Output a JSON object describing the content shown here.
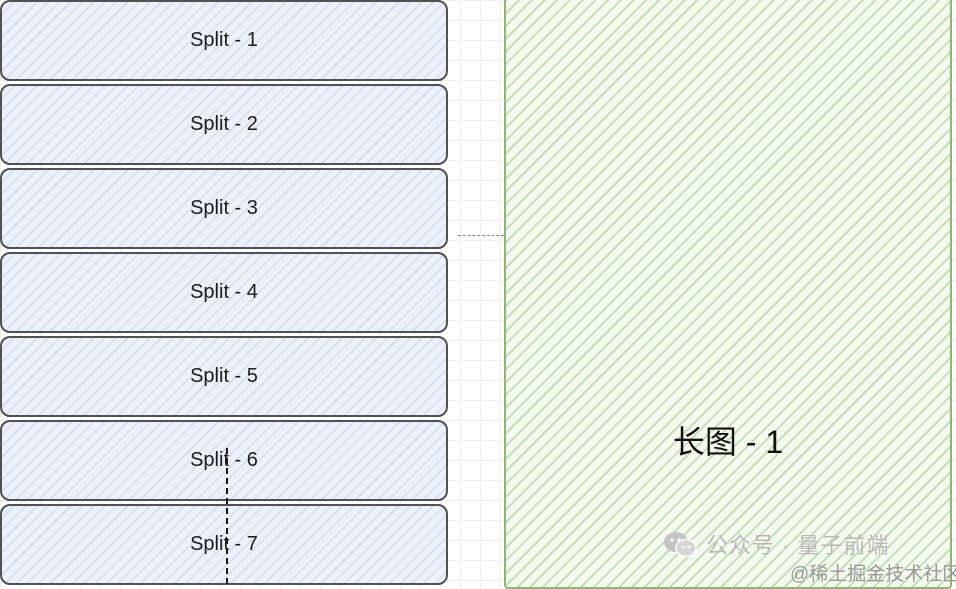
{
  "splits": [
    {
      "label": "Split - 1"
    },
    {
      "label": "Split - 2"
    },
    {
      "label": "Split - 3"
    },
    {
      "label": "Split - 4"
    },
    {
      "label": "Split - 5"
    },
    {
      "label": "Split - 6"
    },
    {
      "label": "Split - 7"
    }
  ],
  "long_image": {
    "label": "长图 - 1"
  },
  "watermark": {
    "account": "公众号 · 量子前端",
    "site": "@稀土掘金技术社区",
    "icon": "wechat-icon"
  },
  "colors": {
    "split_fill": "#ecf0f8",
    "split_border": "#4f5155",
    "long_fill": "#f5faf1",
    "long_border": "#8fb56f"
  }
}
